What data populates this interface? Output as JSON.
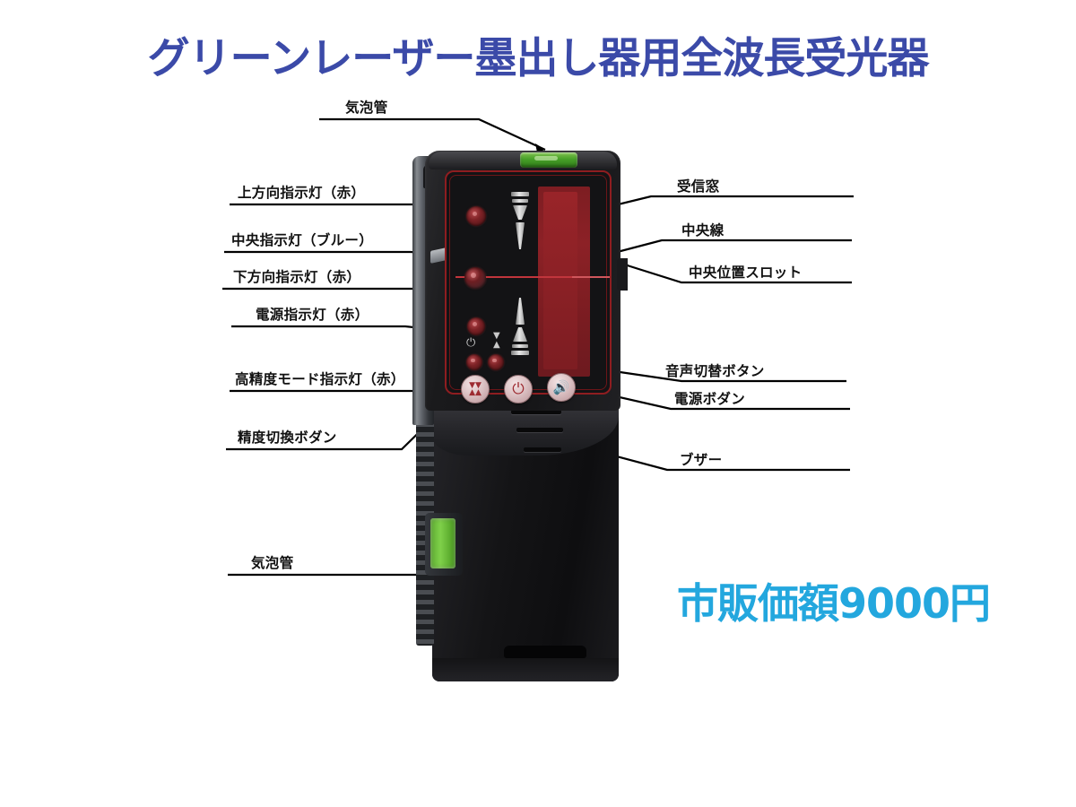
{
  "headline": "グリーンレーザー墨出し器用全波長受光器",
  "price": "市販価額9000円",
  "colors": {
    "headline": "#3b4aa8",
    "price": "#23a7de",
    "label_text": "#111111",
    "leader_line": "#000000",
    "background": "#ffffff",
    "bubble_vial_green": "#5fae32",
    "panel_red": "#8f1d20",
    "receiver_window_red": "#8c2126",
    "led_red": "#7d2226"
  },
  "callouts": {
    "left": [
      {
        "id": "bubble-vial-top",
        "label": "気泡管"
      },
      {
        "id": "up-indicator",
        "label": "上方向指示灯（赤）"
      },
      {
        "id": "center-indicator",
        "label": "中央指示灯（ブルー）"
      },
      {
        "id": "down-indicator",
        "label": "下方向指示灯（赤）"
      },
      {
        "id": "power-indicator",
        "label": "電源指示灯（赤）"
      },
      {
        "id": "high-precision-indicator",
        "label": "高精度モード指示灯（赤）"
      },
      {
        "id": "precision-switch-button",
        "label": "精度切換ボダン"
      },
      {
        "id": "bubble-vial-side",
        "label": "気泡管"
      }
    ],
    "right": [
      {
        "id": "receiving-window",
        "label": "受信窓"
      },
      {
        "id": "center-line",
        "label": "中央線"
      },
      {
        "id": "center-position-slot",
        "label": "中央位置スロット"
      },
      {
        "id": "sound-toggle-button",
        "label": "音声切替ボタン"
      },
      {
        "id": "power-button",
        "label": "電源ボダン"
      },
      {
        "id": "buzzer",
        "label": "ブザー"
      }
    ]
  },
  "device": {
    "name": "green-laser-receiver",
    "buttons": [
      {
        "id": "precision-button",
        "glyph": "precision-arrows-icon"
      },
      {
        "id": "power-button",
        "glyph": "power-icon"
      },
      {
        "id": "speaker-button",
        "glyph": "speaker-icon"
      }
    ],
    "indicators": [
      {
        "id": "led-up",
        "color": "red"
      },
      {
        "id": "led-center",
        "color": "blue"
      },
      {
        "id": "led-down",
        "color": "red"
      },
      {
        "id": "led-power",
        "color": "red"
      },
      {
        "id": "led-high-precision",
        "color": "red"
      }
    ],
    "glyphs": {
      "power": "⏻",
      "precision": "precision-arrows-icon",
      "speaker": "speaker-icon"
    }
  }
}
